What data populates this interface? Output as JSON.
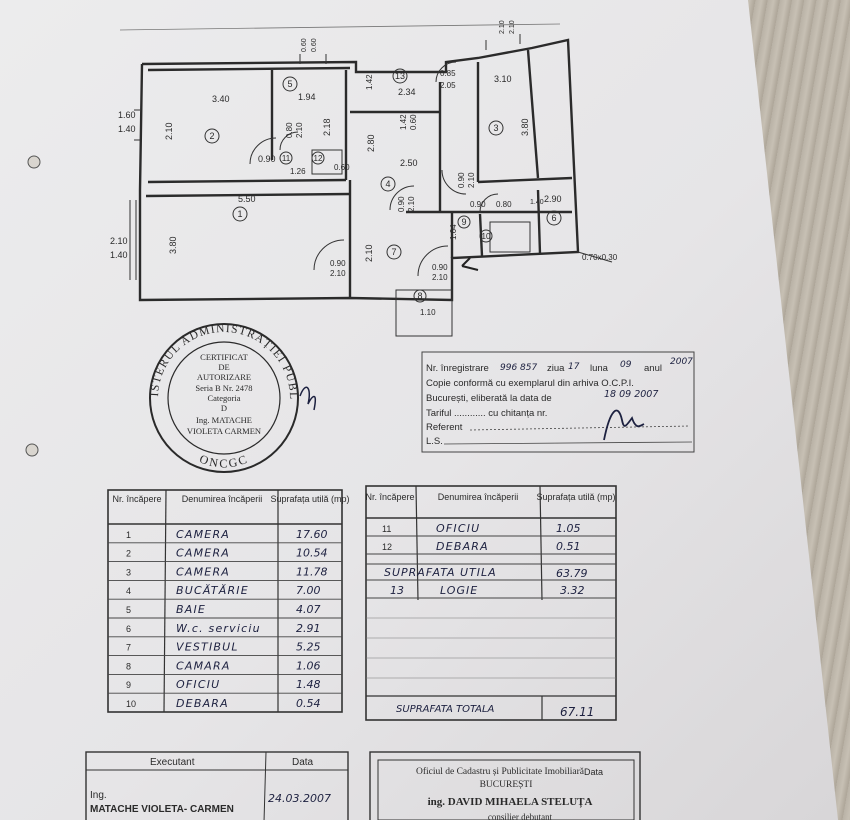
{
  "plan": {
    "dims": [
      "3.40",
      "1.94",
      "2.34",
      "3.10",
      "2.10",
      "2.18",
      "3.80",
      "1.60",
      "1.40",
      "2.80",
      "2.50",
      "0.90",
      "1.26",
      "0.60",
      "5.50",
      "2.10",
      "1.40",
      "3.80",
      "2.10",
      "0.90",
      "2.10",
      "0.90",
      "2.10",
      "0.90",
      "2.10",
      "0.90",
      "2.10",
      "0.80",
      "2.10",
      "1.10",
      "0.80",
      "0.90",
      "2.90",
      "1.64",
      "0.85",
      "2.05",
      "1.42",
      "0.60",
      "0.60",
      "2.10",
      "0.70x0.30",
      "1.40",
      "1.42",
      "0.60",
      "2.10"
    ],
    "room_numbers": [
      "1",
      "2",
      "3",
      "4",
      "5",
      "6",
      "7",
      "8",
      "9",
      "10",
      "11",
      "12",
      "13"
    ]
  },
  "stamp": {
    "ring_text": "MINISTERUL ADMINISTRAȚIEI PUBLICE",
    "bottom_text": "ONCGC",
    "line1": "CERTIFICAT",
    "line2": "DE",
    "line3": "AUTORIZARE",
    "line4": "Seria B Nr. 2478",
    "line5": "Categoria",
    "line6": "D",
    "line7": "Ing. MATACHE",
    "line8": "VIOLETA CARMEN"
  },
  "registry": {
    "nr_label": "Nr. înregistrare",
    "nr_value": "996 857",
    "ziua_label": "ziua",
    "ziua_value": "17",
    "luna_label": "luna",
    "luna_value": "09",
    "anul_label": "anul",
    "anul_value": "2007",
    "copy_text": "Copie conformă cu exemplarul din arhiva O.C.P.I.",
    "bucharest_label": "București, eliberată la data de",
    "bucharest_value": "18 09 2007",
    "tarif_label": "Tariful ............ cu chitanța nr.",
    "referent_label": "Referent",
    "ls_label": "L.S."
  },
  "table_left": {
    "headers": [
      "Nr. încăpere",
      "Denumirea încăperii",
      "Suprafața utilă (mp)"
    ],
    "rows": [
      [
        "1",
        "CAMERA",
        "17.60"
      ],
      [
        "2",
        "CAMERA",
        "10.54"
      ],
      [
        "3",
        "CAMERA",
        "11.78"
      ],
      [
        "4",
        "BUCĂTĂRIE",
        "7.00"
      ],
      [
        "5",
        "BAIE",
        "4.07"
      ],
      [
        "6",
        "W.c. serviciu",
        "2.91"
      ],
      [
        "7",
        "VESTIBUL",
        "5.25"
      ],
      [
        "8",
        "CAMARA",
        "1.06"
      ],
      [
        "9",
        "OFICIU",
        "1.48"
      ],
      [
        "10",
        "DEBARA",
        "0.54"
      ]
    ]
  },
  "table_right": {
    "headers": [
      "Nr. încăpere",
      "Denumirea încăperii",
      "Suprafața utilă (mp)"
    ],
    "rows": [
      [
        "11",
        "OFICIU",
        "1.05"
      ],
      [
        "12",
        "DEBARA",
        "0.51"
      ]
    ],
    "util_label": "SUPRAFATA UTILA",
    "util_value": "63.79",
    "row13": [
      "13",
      "LOGIE",
      "3.32"
    ],
    "total_label": "SUPRAFATA TOTALA",
    "total_value": "67.11"
  },
  "footer": {
    "executant_label": "Executant",
    "data_label": "Data",
    "ing": "Ing.",
    "name": "MATACHE VIOLETA- CARMEN",
    "date": "24.03.2007",
    "office_label": "Oficiul de Cadastru și Publicitate Imobiliară",
    "city": "BUCUREȘTI",
    "office_name": "ing. DAVID MIHAELA STELUȚA",
    "office_role": "consilier debutant",
    "office_data": "Data"
  }
}
